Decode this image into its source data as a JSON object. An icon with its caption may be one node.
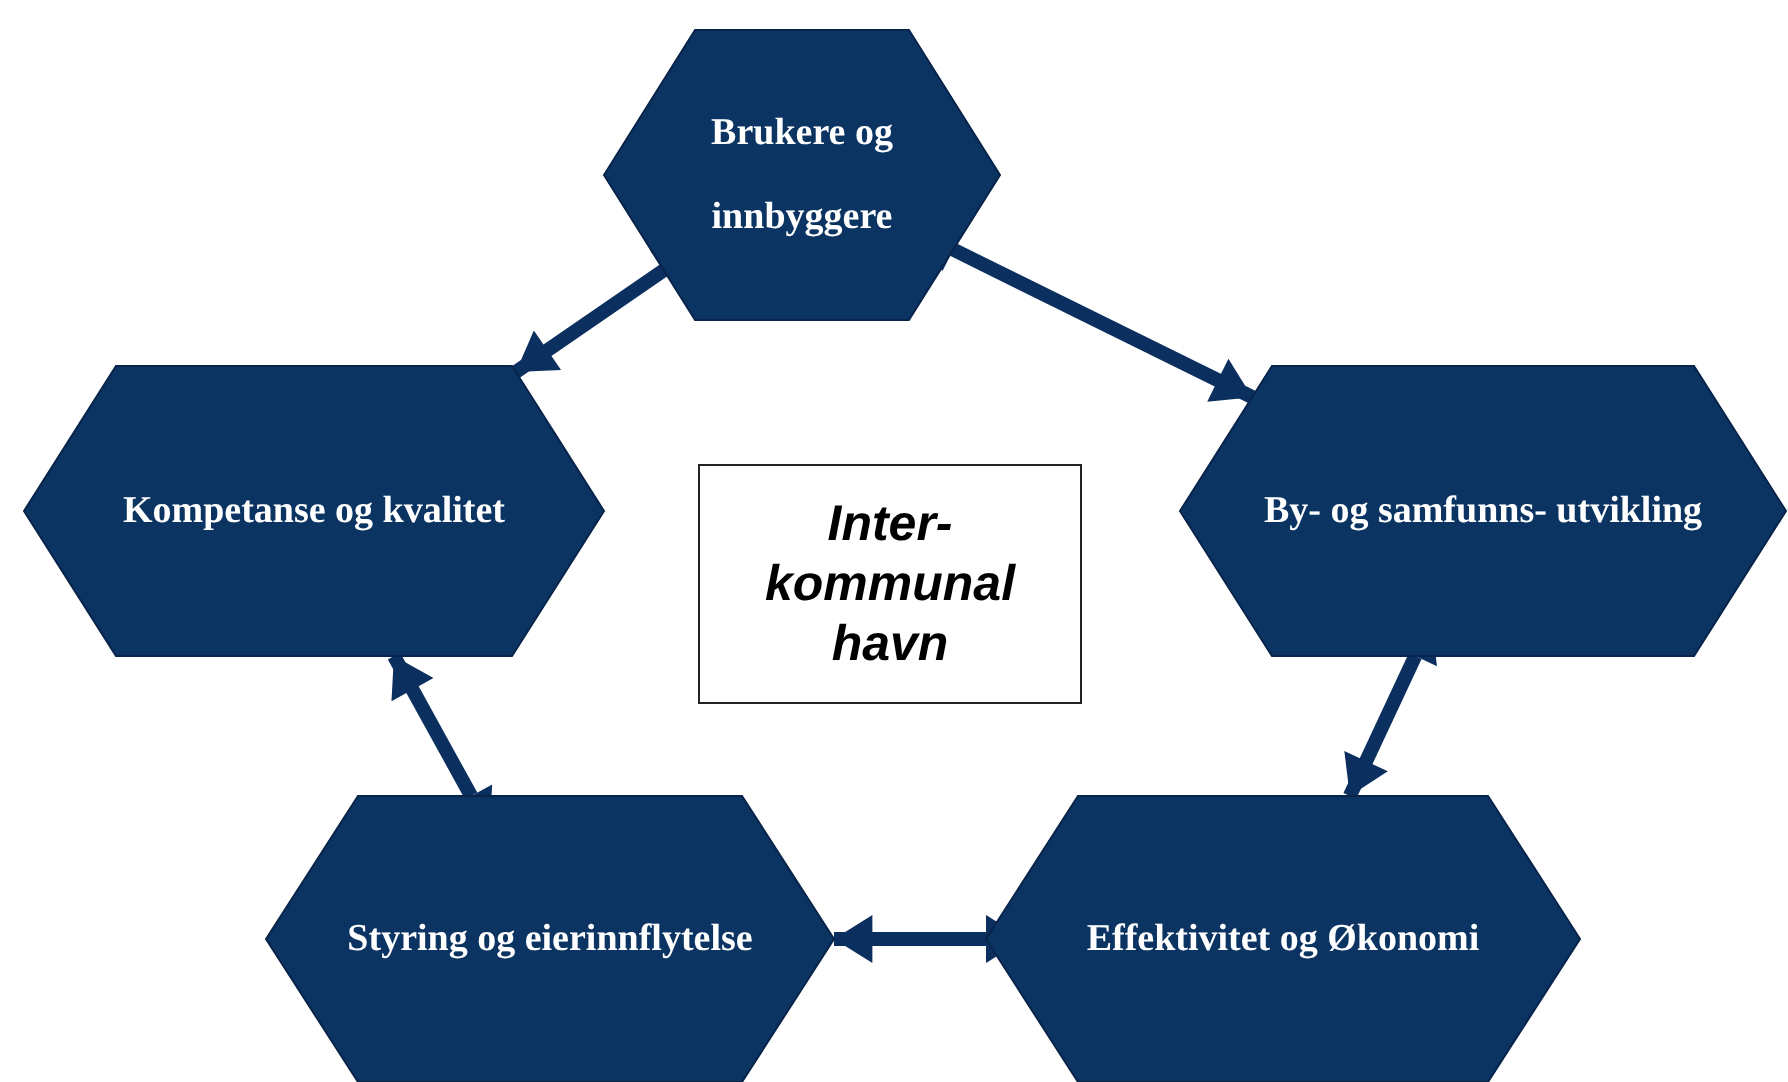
{
  "diagram": {
    "nodes": [
      {
        "text": [
          "Brukere og innbyggere"
        ]
      },
      {
        "text": [
          "Kompetanse og kvalitet"
        ]
      },
      {
        "text": [
          "Inter- kommunal havn"
        ]
      },
      {
        "text": [
          "By- og samfunns- utvikling"
        ]
      },
      {
        "text": [
          "Styring og eierinnflytelse"
        ]
      },
      {
        "text": [
          "Effektivitet og Økonomi"
        ]
      }
    ],
    "edges": [
      {
        "from": 0,
        "to": 1,
        "arrow": "both"
      },
      {
        "from": 0,
        "to": 3,
        "arrow": "both"
      },
      {
        "from": 3,
        "to": 5,
        "arrow": "both"
      },
      {
        "from": 5,
        "to": 4,
        "arrow": "both"
      },
      {
        "from": 4,
        "to": 1,
        "arrow": "both"
      }
    ]
  }
}
